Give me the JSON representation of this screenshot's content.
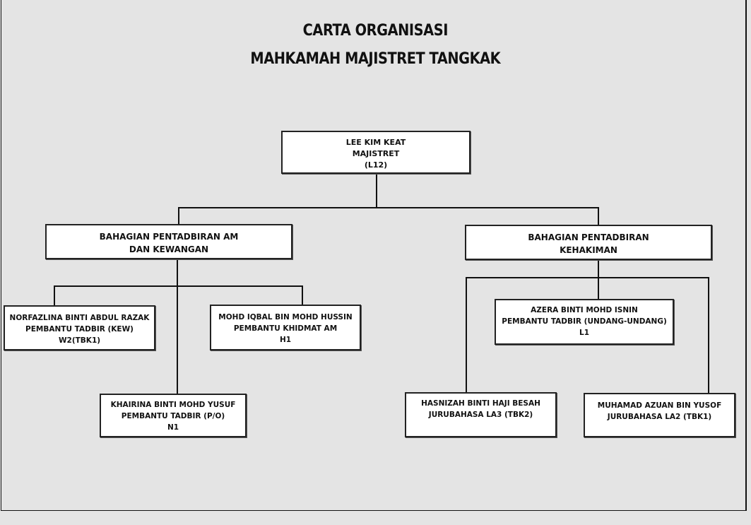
{
  "title": {
    "line1": "CARTA ORGANISASI",
    "line2": "MAHKAMAH MAJISTRET TANGKAK"
  },
  "head": {
    "name": "LEE KIM KEAT",
    "position": "MAJISTRET",
    "grade": "(L12)"
  },
  "divisions": [
    {
      "line1": "BAHAGIAN PENTADBIRAN AM",
      "line2": "DAN KEWANGAN",
      "staff": [
        {
          "name": "NORFAZLINA BINTI ABDUL RAZAK",
          "position": "PEMBANTU TADBIR (KEW)",
          "grade": "W2(TBK1)"
        },
        {
          "name": "MOHD IQBAL BIN MOHD HUSSIN",
          "position": "PEMBANTU KHIDMAT AM",
          "grade": "H1"
        },
        {
          "name": "KHAIRINA BINTI MOHD YUSUF",
          "position": "PEMBANTU TADBIR (P/O)",
          "grade": "N1"
        }
      ]
    },
    {
      "line1": "BAHAGIAN PENTADBIRAN",
      "line2": "KEHAKIMAN",
      "staff": [
        {
          "name": "AZERA BINTI MOHD ISNIN",
          "position": "PEMBANTU TADBIR (UNDANG-UNDANG)",
          "grade": "L1"
        },
        {
          "name": "HASNIZAH BINTI HAJI BESAH",
          "position": "JURUBAHASA LA3 (TBK2)",
          "grade": ""
        },
        {
          "name": "MUHAMAD AZUAN BIN YUSOF",
          "position": "JURUBAHASA LA2 (TBK1)",
          "grade": ""
        }
      ]
    }
  ]
}
